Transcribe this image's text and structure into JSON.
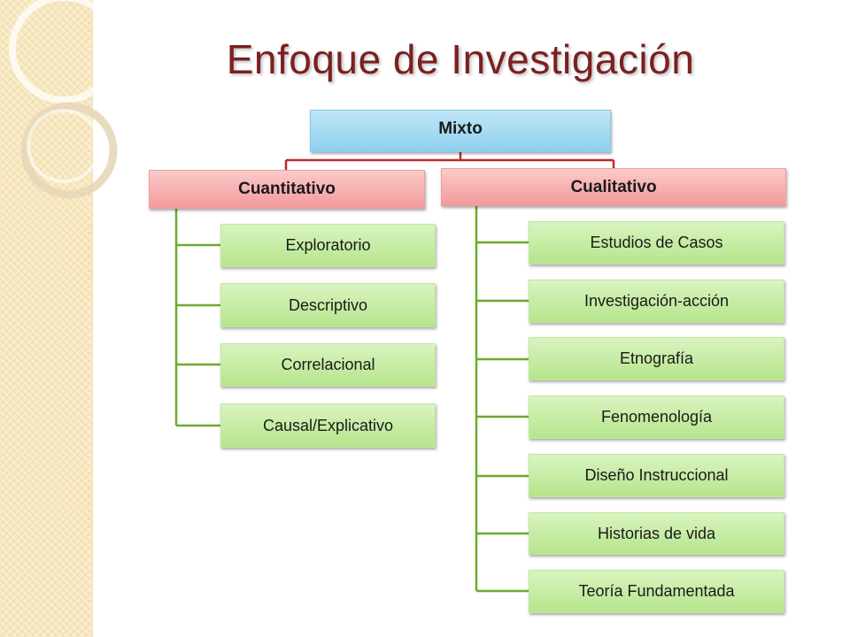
{
  "title": "Enfoque de Investigación",
  "colors": {
    "title": "#7a2020",
    "root_fill": "#a9dcf3",
    "branch_fill": "#f6b3b3",
    "leaf_fill": "#c6eca4",
    "root_connector": "#c0282d",
    "leaf_connector": "#6bab2e"
  },
  "diagram": {
    "root": {
      "label": "Mixto"
    },
    "branches": [
      {
        "label": "Cuantitativo",
        "children": [
          "Exploratorio",
          "Descriptivo",
          "Correlacional",
          "Causal/Explicativo"
        ]
      },
      {
        "label": "Cualitativo",
        "children": [
          "Estudios de Casos",
          "Investigación-acción",
          "Etnografía",
          "Fenomenología",
          "Diseño Instruccional",
          "Historias de vida",
          "Teoría Fundamentada"
        ]
      }
    ]
  }
}
